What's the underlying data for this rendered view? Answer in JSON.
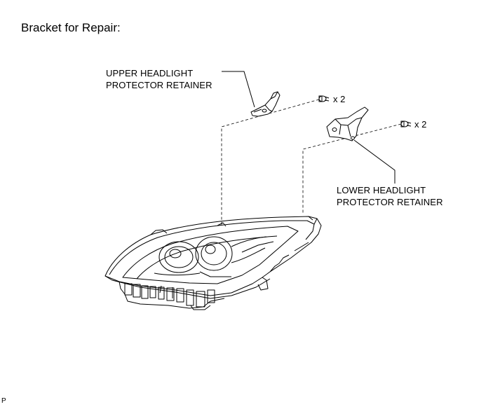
{
  "title": "Bracket for Repair:",
  "labels": {
    "upper": [
      "UPPER HEADLIGHT",
      "PROTECTOR RETAINER"
    ],
    "lower": [
      "LOWER HEADLIGHT",
      "PROTECTOR RETAINER"
    ]
  },
  "quantities": {
    "upper_bolt": "x 2",
    "lower_bolt": "x 2"
  },
  "corner_code": "P",
  "colors": {
    "line": "#000000",
    "background": "#ffffff"
  }
}
